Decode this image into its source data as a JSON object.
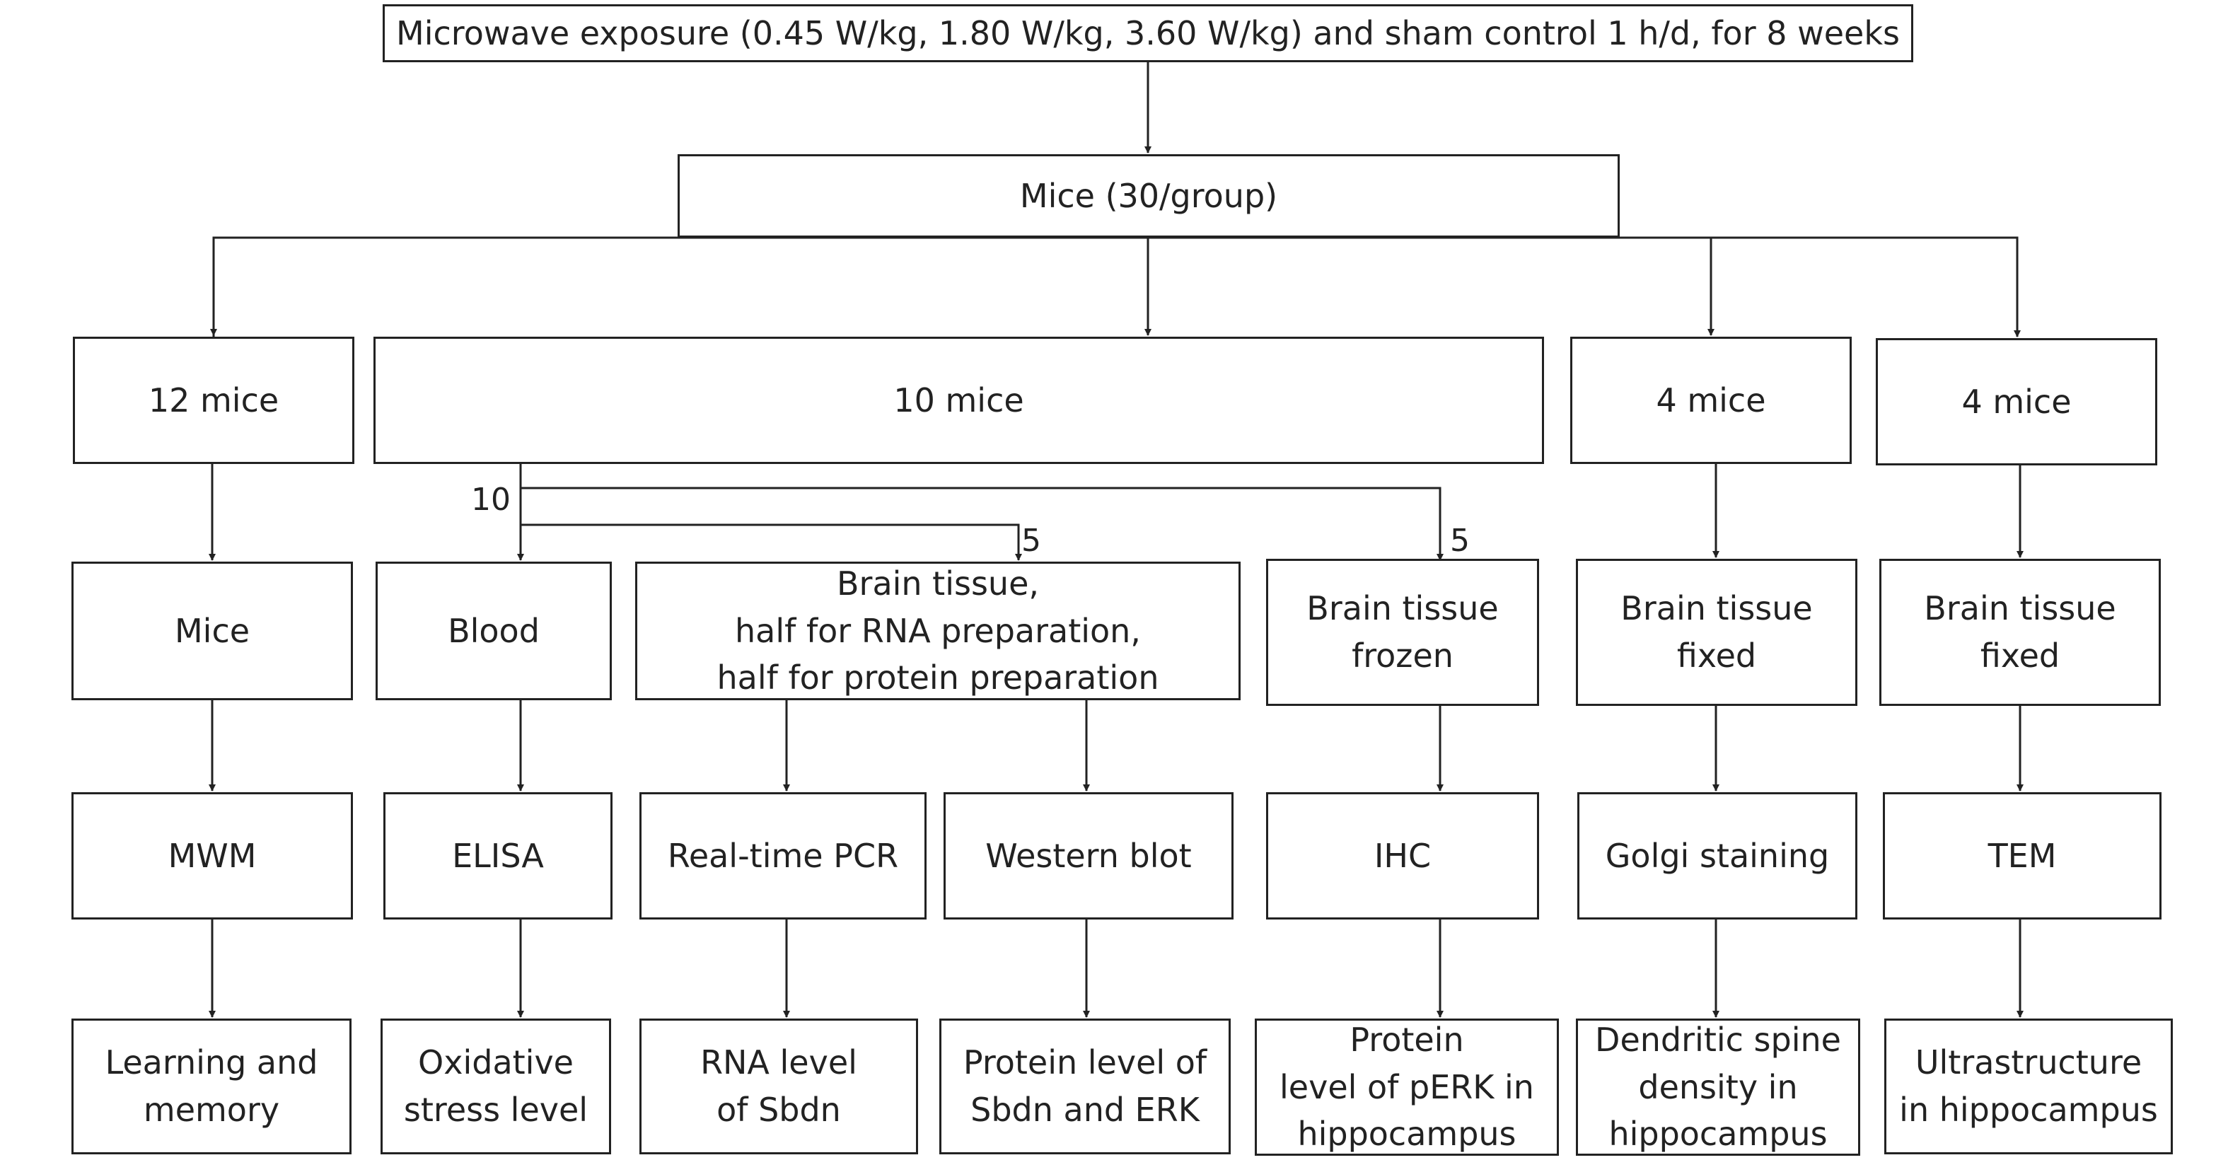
{
  "top": {
    "text": "Microwave exposure (0.45 W/kg, 1.80 W/kg, 3.60 W/kg) and sham control 1 h/d, for 8 weeks"
  },
  "mice": {
    "text": "Mice (30/group)"
  },
  "groups": [
    "12 mice",
    "10 mice",
    "4 mice",
    "4 mice"
  ],
  "split_labels": {
    "total": "10",
    "left": "5",
    "right": "5"
  },
  "samples": [
    "Mice",
    "Blood",
    "Brain tissue,\nhalf for RNA preparation,\nhalf for protein preparation",
    "Brain tissue\nfrozen",
    "Brain tissue\nfixed",
    "Brain tissue\nfixed"
  ],
  "methods": [
    "MWM",
    "ELISA",
    "Real-time PCR",
    "Western blot",
    "IHC",
    "Golgi staining",
    "TEM"
  ],
  "outcomes": [
    "Learning and\nmemory",
    "Oxidative\nstress level",
    "RNA level\nof Sbdn",
    "Protein level of\nSbdn and ERK",
    "Protein\nlevel of pERK in\nhippocampus",
    "Dendritic spine\ndensity in\nhippocampus",
    "Ultrastructure\nin hippocampus"
  ]
}
